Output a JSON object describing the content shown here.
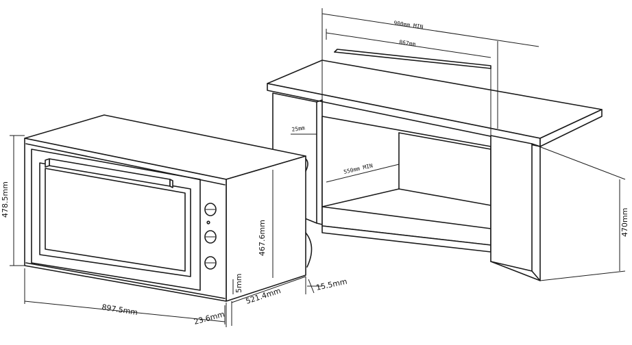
{
  "dimensions": {
    "height_oven": "478.5mm",
    "width_oven": "897.5mm",
    "depth_oven": "521.4mm",
    "body_height": "467.6mm",
    "panel_gap": "5mm",
    "front_depth": "23.6mm",
    "side_offset": "15.5mm",
    "cutout_width_min": "900mm MIN",
    "inner_width": "867mm",
    "top_gap": "25mm",
    "cutout_depth_min": "550mm MIN",
    "cutout_height": "470mm"
  }
}
